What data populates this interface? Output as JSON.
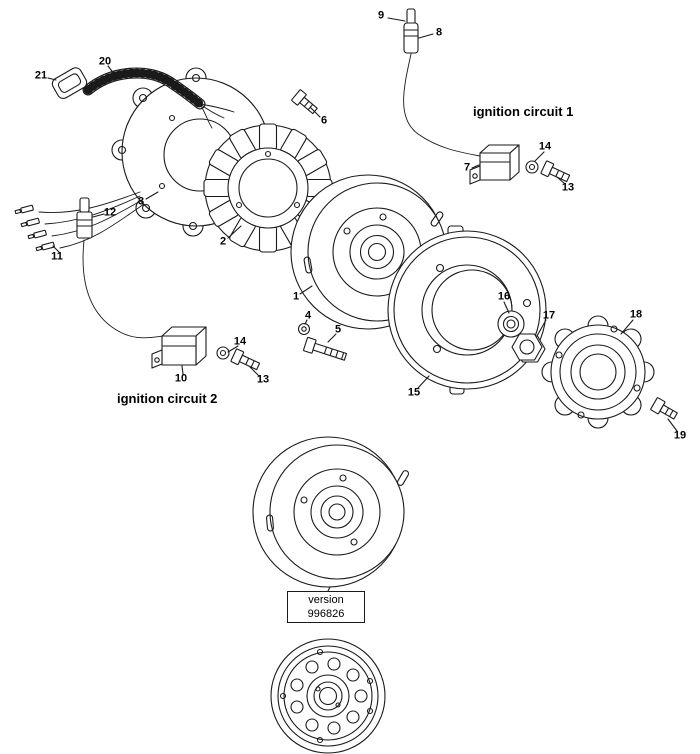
{
  "diagram": {
    "circuit1_label": "ignition circuit 1",
    "circuit2_label": "ignition circuit 2",
    "version": {
      "line1": "version",
      "line2": "996826"
    }
  },
  "callouts": [
    {
      "text": "1"
    },
    {
      "text": "2"
    },
    {
      "text": "3"
    },
    {
      "text": "4"
    },
    {
      "text": "5"
    },
    {
      "text": "6"
    },
    {
      "text": "7"
    },
    {
      "text": "8"
    },
    {
      "text": "9"
    },
    {
      "text": "10"
    },
    {
      "text": "11"
    },
    {
      "text": "12"
    },
    {
      "text": "13"
    },
    {
      "text": "13"
    },
    {
      "text": "14"
    },
    {
      "text": "14"
    },
    {
      "text": "15"
    },
    {
      "text": "16"
    },
    {
      "text": "17"
    },
    {
      "text": "18"
    },
    {
      "text": "19"
    },
    {
      "text": "20"
    },
    {
      "text": "21"
    }
  ]
}
